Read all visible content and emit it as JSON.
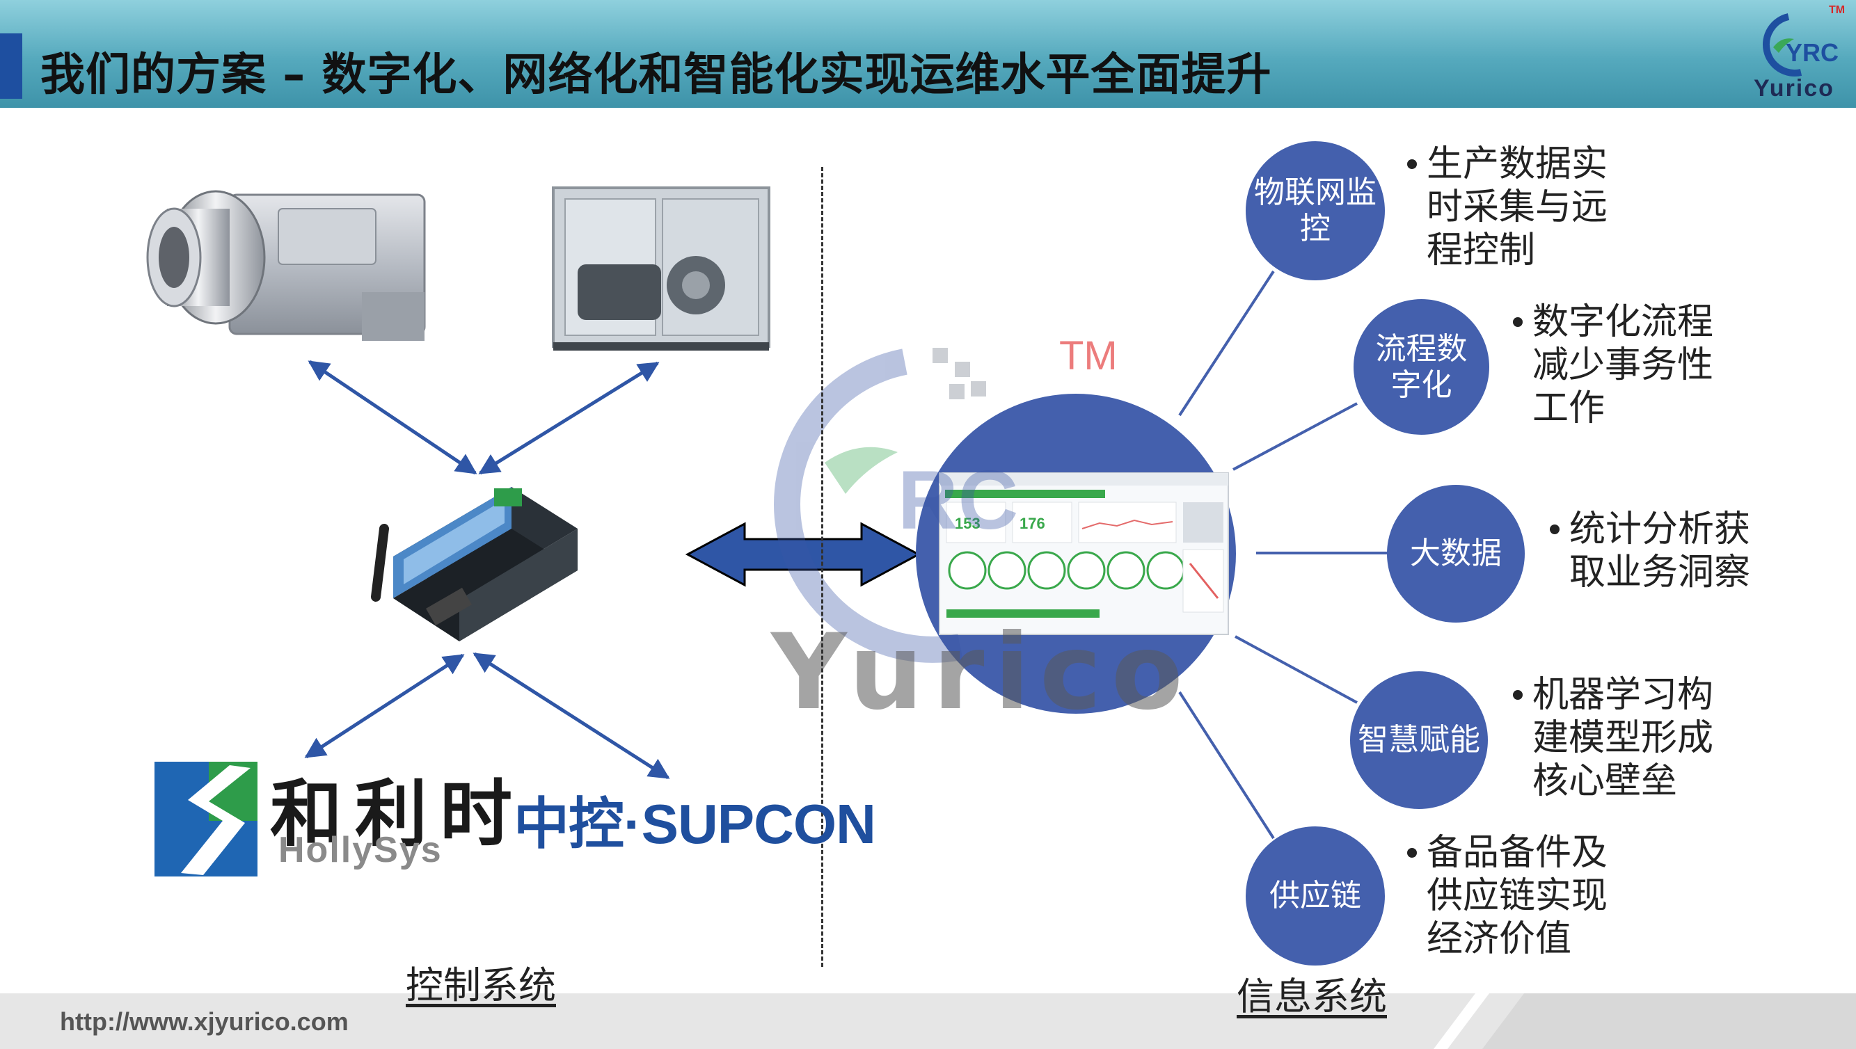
{
  "header": {
    "title": "我们的方案 – 数字化、网络化和智能化实现运维水平全面提升",
    "logo_brand": "Yurico",
    "logo_letters": "YRC",
    "logo_tm": "TM"
  },
  "footer": {
    "url": "http://www.xjyurico.com"
  },
  "sections": {
    "control_label": "控制系统",
    "info_label": "信息系统"
  },
  "watermark": {
    "text": "Yurico",
    "tm": "TM"
  },
  "logos": {
    "hollysys_cn": "和利时",
    "hollysys_en": "HollySys",
    "supcon": "中控·SUPCON"
  },
  "dashboard": {
    "value_left": "153",
    "value_right": "176"
  },
  "features": [
    {
      "bubble": "物联网监控",
      "bullet": "生产数据实时采集与远程控制"
    },
    {
      "bubble": "流程数字化",
      "bullet": "数字化流程减少事务性工作"
    },
    {
      "bubble": "大数据",
      "bullet": "统计分析获取业务洞察"
    },
    {
      "bubble": "智慧赋能",
      "bullet": "机器学习构建模型形成核心壁垒"
    },
    {
      "bubble": "供应链",
      "bullet": "备品备件及供应链实现经济价值"
    }
  ],
  "colors": {
    "bubble": "#4460ad",
    "header": "#55a9bd",
    "accent": "#1e4fa0",
    "arrow": "#2f56a6"
  }
}
